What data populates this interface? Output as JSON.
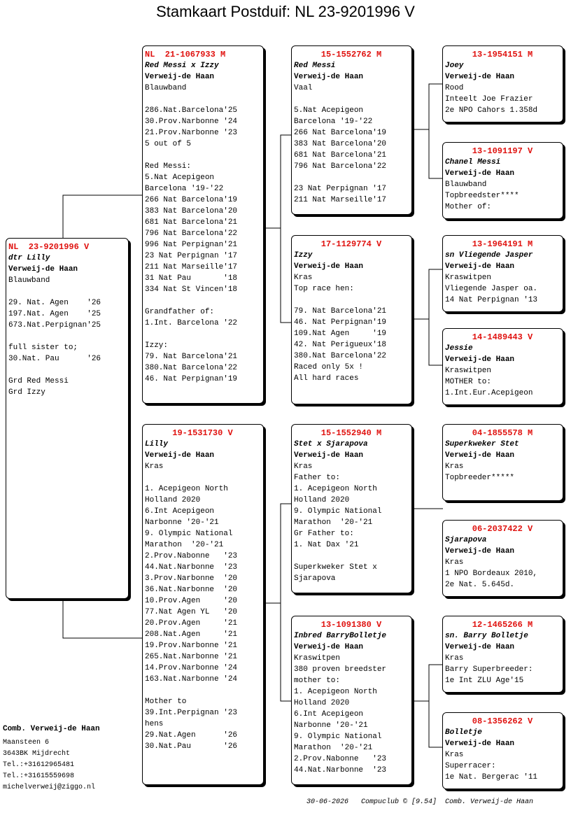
{
  "page_title": "Stamkaart Postduif: NL  23-9201996 V",
  "cards": {
    "subject": {
      "ring": "NL  23-9201996 V",
      "name": "dtr Lilly",
      "owner": "Verweij-de Haan",
      "lines": [
        "Blauwband",
        "",
        "29. Nat. Agen    '26",
        "197.Nat. Agen    '25",
        "673.Nat.Perpignan'25",
        "",
        "full sister to;",
        "30.Nat. Pau      '26",
        "",
        "Grd Red Messi",
        "Grd Izzy"
      ]
    },
    "father": {
      "ring": "NL  21-1067933 M",
      "name": "Red Messi x Izzy",
      "owner": "Verweij-de Haan",
      "lines": [
        "Blauwband",
        "",
        "286.Nat.Barcelona'25",
        "30.Prov.Narbonne '24",
        "21.Prov.Narbonne '23",
        "5 out of 5",
        "",
        "Red Messi:",
        "5.Nat Acepigeon",
        "Barcelona '19-'22",
        "266 Nat Barcelona'19",
        "383 Nat Barcelona'20",
        "681 Nat Barcelona'21",
        "796 Nat Barcelona'22",
        "996 Nat Perpignan'21",
        "23 Nat Perpignan '17",
        "211 Nat Marseille'17",
        "31 Nat Pau       '18",
        "334 Nat St Vincen'18",
        "",
        "Grandfather of:",
        "1.Int. Barcelona '22",
        "",
        "Izzy:",
        "79. Nat Barcelona'21",
        "380.Nat Barcelona'22",
        "46. Nat Perpignan'19"
      ]
    },
    "mother": {
      "ring": "19-1531730 V",
      "name": "Lilly",
      "owner": "Verweij-de Haan",
      "lines": [
        "Kras",
        "",
        "1. Acepigeon North",
        "Holland 2020",
        "6.Int Acepigeon",
        "Narbonne '20-'21",
        "9. Olympic National",
        "Marathon  '20-'21",
        "2.Prov.Nabonne   '23",
        "44.Nat.Narbonne  '23",
        "3.Prov.Narbonne  '20",
        "36.Nat.Narbonne  '20",
        "10.Prov.Agen     '20",
        "77.Nat Agen YL   '20",
        "20.Prov.Agen     '21",
        "208.Nat.Agen     '21",
        "19.Prov.Narbonne '21",
        "265.Nat.Narbonne '21",
        "14.Prov.Narbonne '24",
        "163.Nat.Narbonne '24",
        "",
        "Mother to",
        "39.Int.Perpignan '23",
        "hens",
        "29.Nat.Agen      '26",
        "30.Nat.Pau       '26"
      ]
    },
    "ff": {
      "ring": "15-1552762 M",
      "name": "Red Messi",
      "owner": "Verweij-de Haan",
      "lines": [
        "Vaal",
        "",
        "5.Nat Acepigeon",
        "Barcelona '19-'22",
        "266 Nat Barcelona'19",
        "383 Nat Barcelona'20",
        "681 Nat Barcelona'21",
        "796 Nat Barcelona'22",
        "",
        "23 Nat Perpignan '17",
        "211 Nat Marseille'17"
      ]
    },
    "fm": {
      "ring": "17-1129774 V",
      "name": "Izzy",
      "owner": "Verweij-de Haan",
      "lines": [
        "Kras",
        "Top race hen:",
        "",
        "79. Nat Barcelona'21",
        "46. Nat Perpignan'19",
        "109.Nat Agen     '19",
        "42. Nat Perigueux'18",
        "380.Nat Barcelona'22",
        "Raced only 5x !",
        "All hard races"
      ]
    },
    "mf": {
      "ring": "15-1552940 M",
      "name": "Stet x Sjarapova",
      "owner": "Verweij-de Haan",
      "lines": [
        "Kras",
        "Father to:",
        "1. Acepigeon North",
        "Holland 2020",
        "9. Olympic National",
        "Marathon  '20-'21",
        "Gr Father to:",
        "1. Nat Dax '21",
        "",
        "Superkweker Stet x",
        "Sjarapova"
      ]
    },
    "mm": {
      "ring": "13-1091380 V",
      "name": "Inbred BarryBolletje",
      "owner": "Verweij-de Haan",
      "lines": [
        "Kraswitpen",
        "380 proven breedster",
        "mother to:",
        "1. Acepigeon North",
        "Holland 2020",
        "6.Int Acepigeon",
        "Narbonne '20-'21",
        "9. Olympic National",
        "Marathon  '20-'21",
        "2.Prov.Nabonne   '23",
        "44.Nat.Narbonne  '23"
      ]
    },
    "fff": {
      "ring": "13-1954151 M",
      "name": "Joey",
      "owner": "Verweij-de Haan",
      "lines": [
        "Rood",
        "Inteelt Joe Frazier",
        "2e NPO Cahors 1.358d"
      ]
    },
    "ffm": {
      "ring": "13-1091197 V",
      "name": "Chanel Messi",
      "owner": "Verweij-de Haan",
      "lines": [
        "Blauwband",
        "Topbreedster****",
        "Mother of:"
      ]
    },
    "fmf": {
      "ring": "13-1964191 M",
      "name": "sn Vliegende Jasper",
      "owner": "Verweij-de Haan",
      "lines": [
        "Kraswitpen",
        "Vliegende Jasper oa.",
        "14 Nat Perpignan '13"
      ]
    },
    "fmm": {
      "ring": "14-1489443 V",
      "name": "Jessie",
      "owner": "Verweij-de Haan",
      "lines": [
        "Kraswitpen",
        "MOTHER to:",
        "1.Int.Eur.Acepigeon"
      ]
    },
    "mff": {
      "ring": "04-1855578 M",
      "name": "Superkweker Stet",
      "owner": "Verweij-de Haan",
      "lines": [
        "Kras",
        "Topbreeder*****"
      ]
    },
    "mfm": {
      "ring": "06-2037422 V",
      "name": "Sjarapova",
      "owner": "Verweij-de Haan",
      "lines": [
        "Kras",
        "1 NPO Bordeaux 2010,",
        "2e Nat. 5.645d."
      ]
    },
    "mmf": {
      "ring": "12-1465266 M",
      "name": "sn. Barry Bolletje",
      "owner": "Verweij-de Haan",
      "lines": [
        "Kras",
        "Barry Superbreeder:",
        "1e Int ZLU Age'15"
      ]
    },
    "mmm": {
      "ring": "08-1356262 V",
      "name": "Bolletje",
      "owner": "Verweij-de Haan",
      "lines": [
        "Kras",
        "Superracer:",
        "1e Nat. Bergerac '11"
      ]
    }
  },
  "owner_block": {
    "name": "Comb. Verweij-de Haan",
    "lines": [
      "Maansteen 6",
      "3643BK  Mijdrecht",
      "Tel.:+31612965481",
      "Tel.:+31615559698",
      "michelverweij@ziggo.nl"
    ]
  },
  "footer": "30-06-2026   Compuclub © [9.54]  Comb. Verweij-de Haan",
  "colors": {
    "ring": "#e0120f",
    "border": "#000000",
    "background": "#ffffff"
  }
}
